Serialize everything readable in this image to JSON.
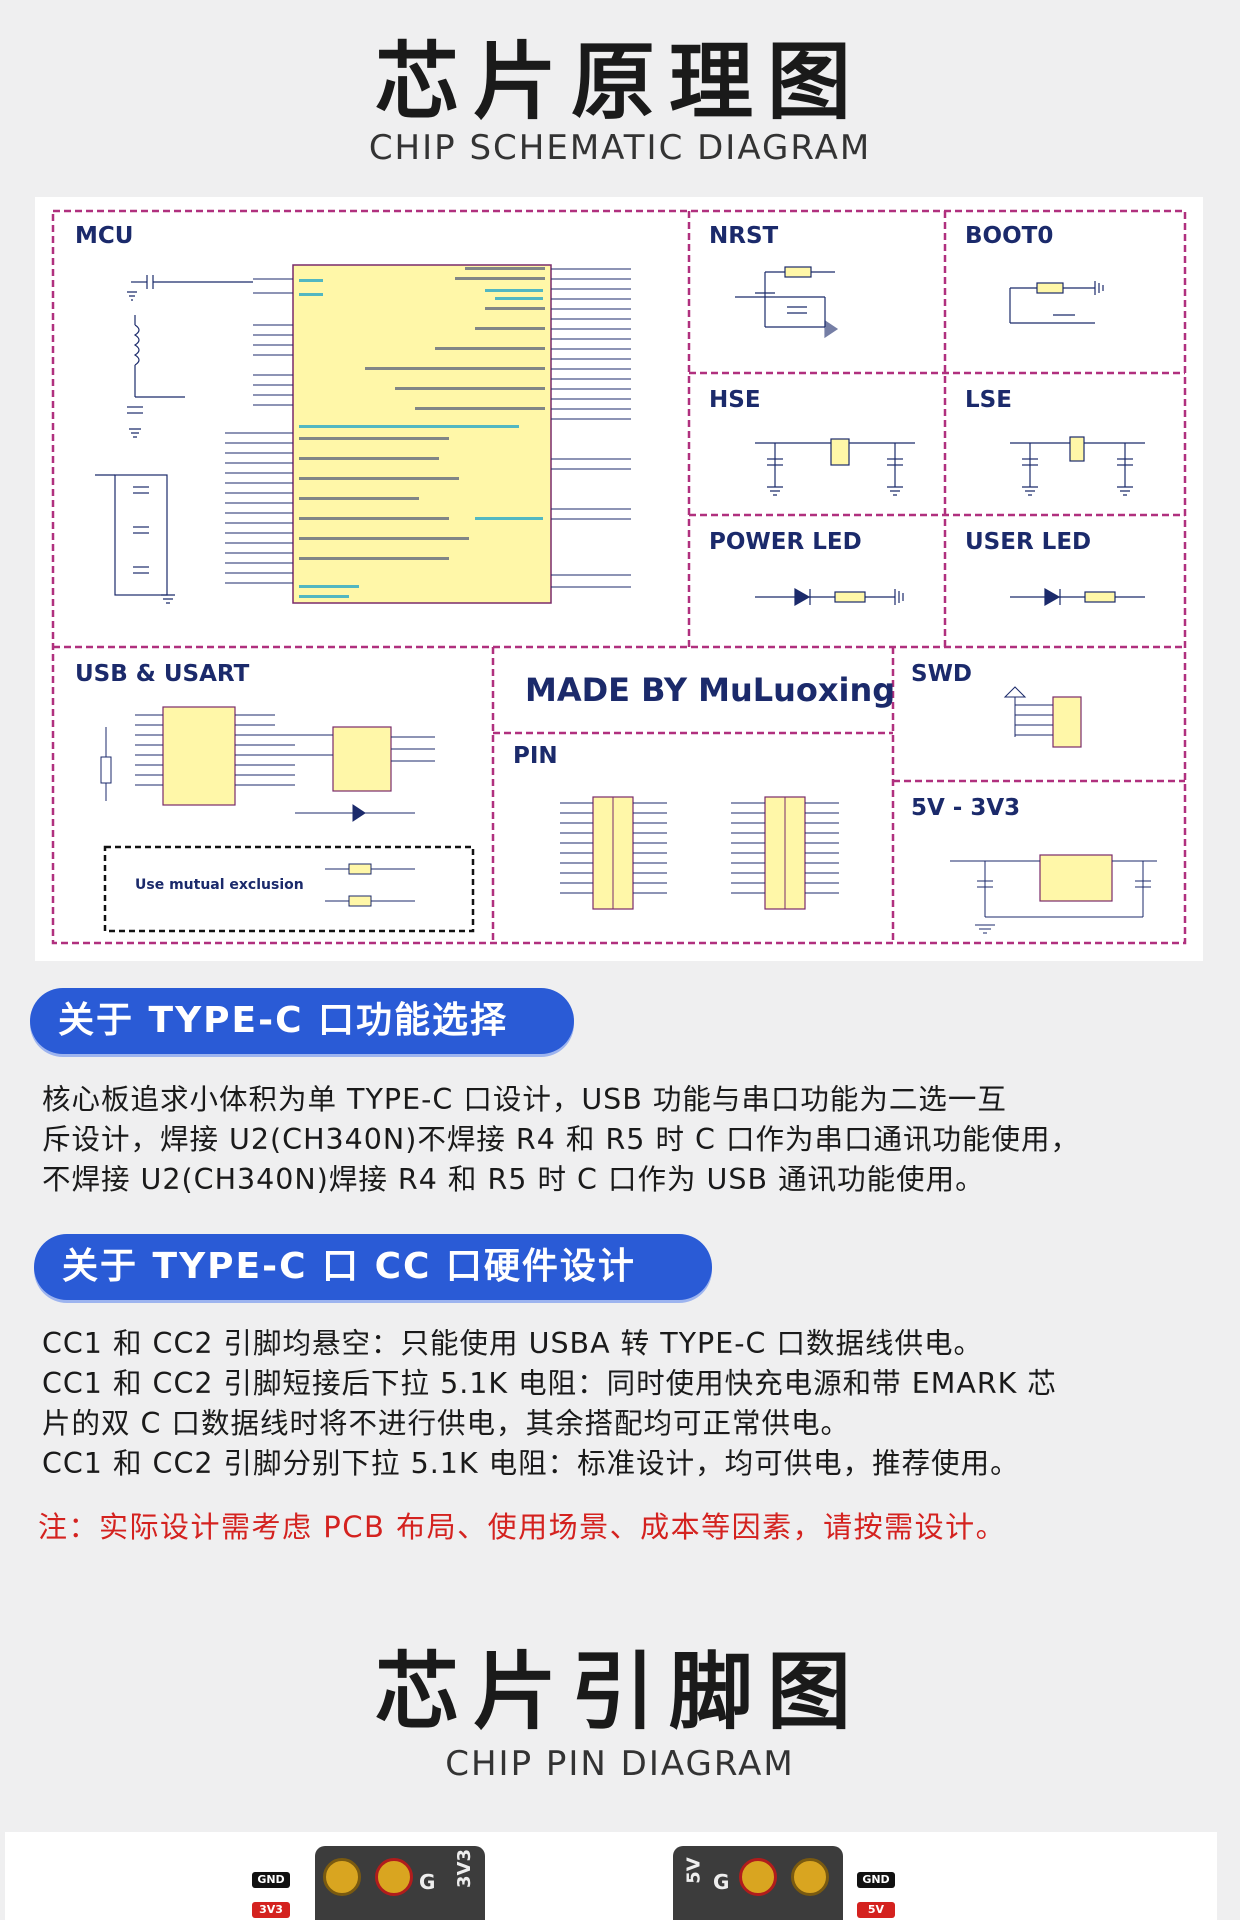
{
  "section1": {
    "title_cn": "芯片原理图",
    "title_en": "CHIP SCHEMATIC DIAGRAM"
  },
  "schematic": {
    "labels": {
      "mcu": "MCU",
      "nrst": "NRST",
      "boot0": "BOOT0",
      "hse": "HSE",
      "lse": "LSE",
      "power_led": "POWER LED",
      "user_led": "USER LED",
      "usb_usart": "USB & USART",
      "made_by": "MADE BY MuLuoxing",
      "pin": "PIN",
      "swd": "SWD",
      "ldo": "5V - 3V3",
      "mutual": "Use mutual exclusion"
    },
    "colors": {
      "border": "#b0307e",
      "ink": "#1b2a6b",
      "chip_fill": "#fff7a8",
      "cyan": "#27a8c8"
    }
  },
  "pill1": {
    "text": "关于 TYPE-C 口功能选择"
  },
  "para1": [
    "核心板追求小体积为单 TYPE-C 口设计，USB 功能与串口功能为二选一互",
    "斥设计，焊接 U2(CH340N)不焊接 R4 和 R5 时 C 口作为串口通讯功能使用，",
    "不焊接 U2(CH340N)焊接 R4 和 R5 时 C 口作为 USB 通讯功能使用。"
  ],
  "pill2": {
    "text": "关于 TYPE-C 口 CC 口硬件设计"
  },
  "para2": [
    "CC1 和 CC2 引脚均悬空：只能使用 USBA 转 TYPE-C 口数据线供电。",
    "CC1 和 CC2 引脚短接后下拉 5.1K 电阻：同时使用快充电源和带 EMARK 芯",
    "片的双 C 口数据线时将不进行供电，其余搭配均可正常供电。",
    "CC1 和 CC2 引脚分别下拉 5.1K 电阻：标准设计，均可供电，推荐使用。"
  ],
  "note": "注：实际设计需考虑 PCB 布局、使用场景、成本等因素，请按需设计。",
  "section2": {
    "title_cn": "芯片引脚图",
    "title_en": "CHIP PIN DIAGRAM"
  },
  "pin_strip": {
    "left_tags": {
      "gnd": "GND",
      "v33": "3V3"
    },
    "right_tags": {
      "gnd": "GND",
      "v5": "5V"
    },
    "left_labels": {
      "g": "G",
      "v33": "3V3"
    },
    "right_labels": {
      "v5": "5V",
      "g": "G"
    }
  }
}
